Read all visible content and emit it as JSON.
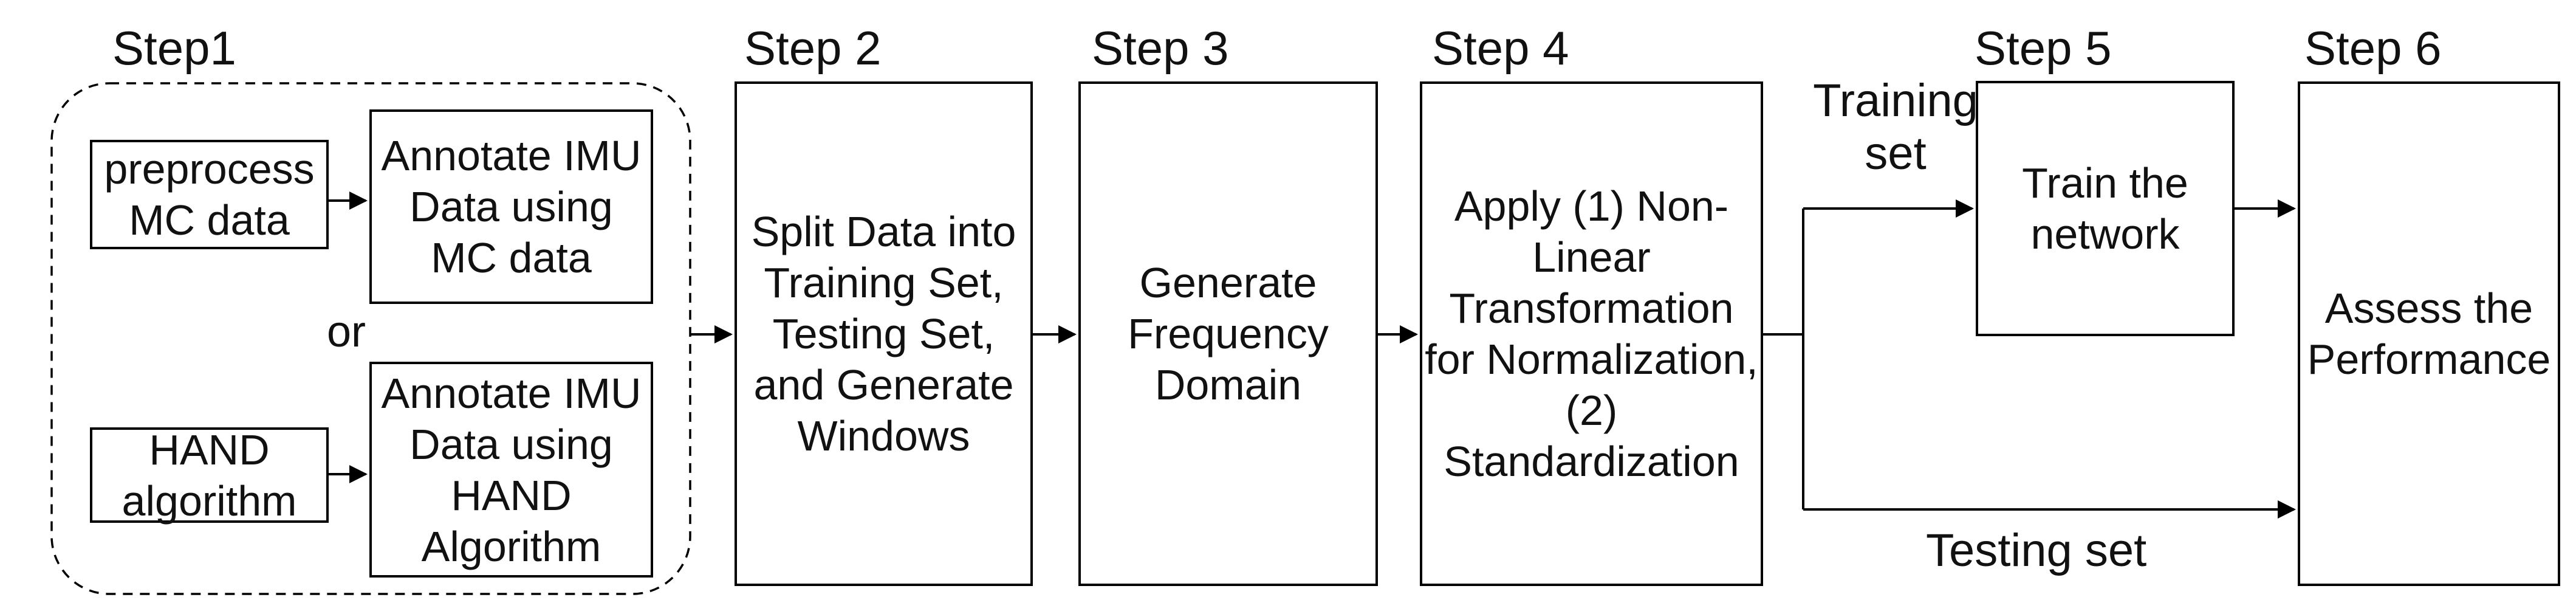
{
  "colors": {
    "background": "#ffffff",
    "stroke": "#000000",
    "text": "#111111"
  },
  "step1": {
    "label": "Step1",
    "preprocess_box": "preprocess\nMC data",
    "annotate_mc_box": "Annotate IMU\nData using\nMC data",
    "or_label": "or",
    "hand_box": "HAND\nalgorithm",
    "annotate_hand_box": "Annotate IMU\nData using\nHAND\nAlgorithm"
  },
  "step2": {
    "label": "Step 2",
    "box": "Split Data into\nTraining Set,\nTesting Set,\nand Generate\nWindows"
  },
  "step3": {
    "label": "Step 3",
    "box": "Generate\nFrequency\nDomain"
  },
  "step4": {
    "label": "Step 4",
    "box": "Apply (1) Non-\nLinear\nTransformation\nfor Normalization,\n(2)\nStandardization"
  },
  "step5": {
    "label": "Step 5",
    "box": "Train the\nnetwork"
  },
  "step6": {
    "label": "Step 6",
    "box": "Assess the\nPerformance"
  },
  "edge_labels": {
    "training_set": "Training\nset",
    "testing_set": "Testing set"
  }
}
